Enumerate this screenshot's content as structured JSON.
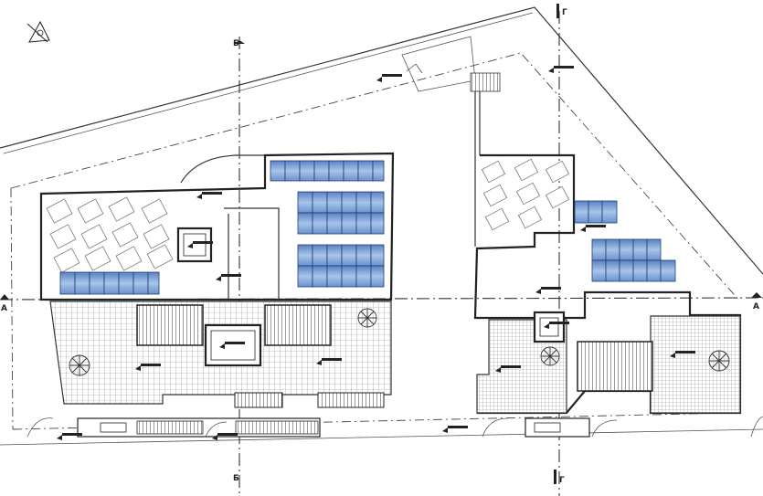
{
  "section_labels": {
    "b_top": "Б",
    "b_bottom": "Б",
    "g_top": "Г",
    "g_bottom": "Г",
    "a_left": "А",
    "a_right": "А"
  },
  "colors": {
    "panel_fill": "#7ba0d4",
    "panel_light": "#c9dcf2",
    "line": "#222222",
    "paving": "#9a9a9a"
  },
  "icons": [
    "north-arrow-icon",
    "elevation-marker-icon",
    "section-cut-marker-icon",
    "tree-symbol-icon"
  ]
}
